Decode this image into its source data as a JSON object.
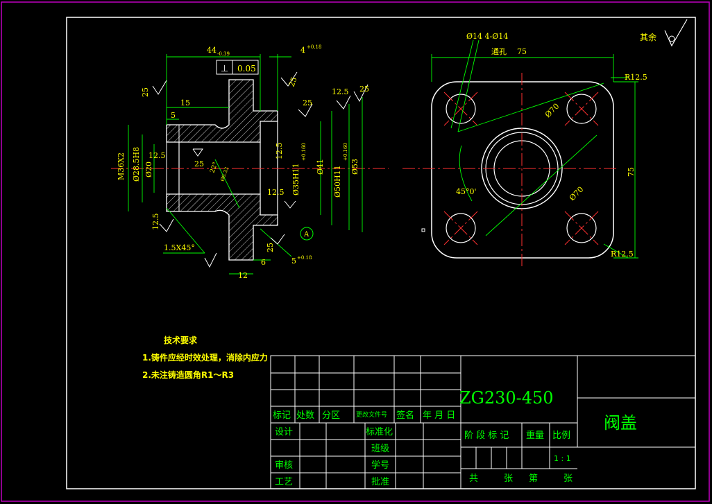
{
  "colors": {
    "background": "#000000",
    "border": "#ffffff",
    "outer_frame": "#c000c0",
    "geometry": "#ffffff",
    "dimension": "#00ff00",
    "centerline": "#ff3030",
    "text": "#ffff00",
    "table_line": "#ffffff",
    "table_text": "#00ff00",
    "surface_symbol": "#ffffff"
  },
  "corner_note": {
    "label": "其余"
  },
  "left_view": {
    "dims": {
      "len44": "44",
      "len44_tol": "-0.39",
      "len4": "4",
      "len4_tol": "+0.18",
      "flat": "0.05",
      "ra25_a": "25",
      "ra25_b": "25",
      "ra25_c": "25",
      "ra25_d": "25",
      "ra25_e": "25",
      "ra25_f": "25",
      "ra125_a": "12.5",
      "ra125_b": "12.5",
      "ra125_c": "12.5",
      "ra125_d": "12.5",
      "ra125_e": "12.5",
      "len15": "15",
      "len5": "5",
      "thread": "M36X2",
      "d285": "Ø28.5H8",
      "d20": "Ø20",
      "d35": "Ø35H11",
      "d35_tol": "+0.160",
      "d41": "Ø41",
      "d50": "Ø50H11",
      "d50_tol": "+0.160",
      "d53": "Ø53",
      "ang": "22°",
      "ang2": "Ø0.33",
      "chamfer": "1.5X45°",
      "len12": "12",
      "len6": "6",
      "len5b": "5",
      "len5b_tol": "+0.18",
      "datum": "A"
    }
  },
  "right_view": {
    "dims": {
      "holes": "Ø14 4-Ø14",
      "through": "通孔",
      "width75": "75",
      "r125_a": "R12.5",
      "r125_b": "R12.5",
      "pcd_a": "Ø70",
      "pcd_b": "Ø70",
      "angle": "45°0'",
      "height75": "75"
    }
  },
  "notes": {
    "title": "技术要求",
    "line1": "1.铸件应经时效处理，消除内应力",
    "line2": "2.未注铸造圆角R1～R3"
  },
  "title_block": {
    "material": "ZG230-450",
    "part_name": "阀盖",
    "headers": [
      "标记",
      "处数",
      "分区",
      "更改文件号",
      "签名",
      "年 月 日"
    ],
    "design": "设计",
    "standard": "标准化",
    "class": "班级",
    "review": "审核",
    "student_no": "学号",
    "process": "工艺",
    "approve": "批准",
    "stage": "阶 段 标 记",
    "weight": "重量",
    "ratio": "比例",
    "scale": "1 : 1",
    "total": "共",
    "sheets": "张",
    "sheet_no": "第",
    "sheet_no2": "张"
  }
}
